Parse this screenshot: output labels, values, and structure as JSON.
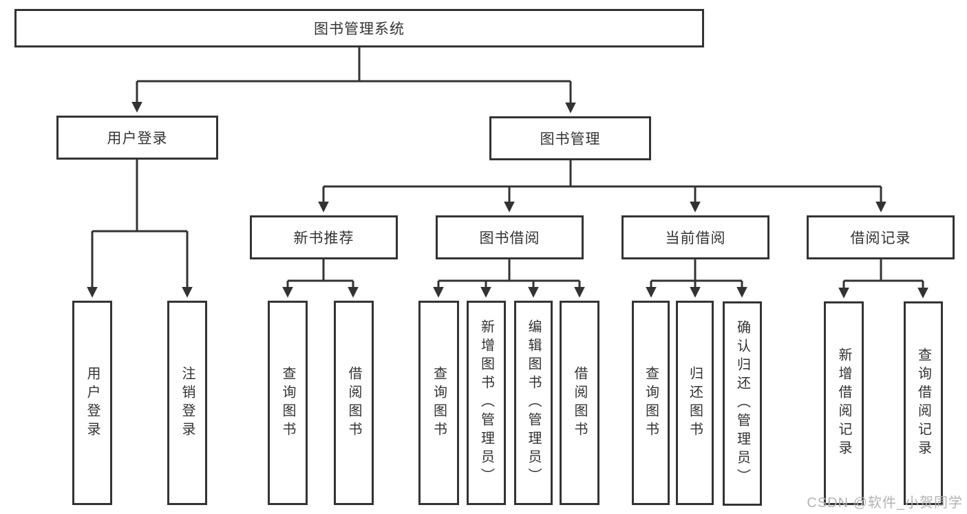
{
  "diagram": {
    "tree": {
      "root": "图书管理系统",
      "children": [
        {
          "label": "用户登录",
          "children": [
            {
              "label": "用户登录"
            },
            {
              "label": "注销登录"
            }
          ]
        },
        {
          "label": "图书管理",
          "children": [
            {
              "label": "新书推荐",
              "children": [
                {
                  "label": "查询图书"
                },
                {
                  "label": "借阅图书"
                }
              ]
            },
            {
              "label": "图书借阅",
              "children": [
                {
                  "label": "查询图书"
                },
                {
                  "label": "新增图书（管理员）"
                },
                {
                  "label": "编辑图书（管理员）"
                },
                {
                  "label": "借阅图书"
                }
              ]
            },
            {
              "label": "当前借阅",
              "children": [
                {
                  "label": "查询图书"
                },
                {
                  "label": "归还图书"
                },
                {
                  "label": "确认归还（管理员）"
                }
              ]
            },
            {
              "label": "借阅记录",
              "children": [
                {
                  "label": "新增借阅记录"
                },
                {
                  "label": "查询借阅记录"
                }
              ]
            }
          ]
        }
      ]
    },
    "watermark": "CSDN @软件_小贺同学",
    "colors": {
      "line": "#333333",
      "text": "#333333",
      "box_background": "#ffffff",
      "watermark": "#b3b3b3"
    }
  }
}
